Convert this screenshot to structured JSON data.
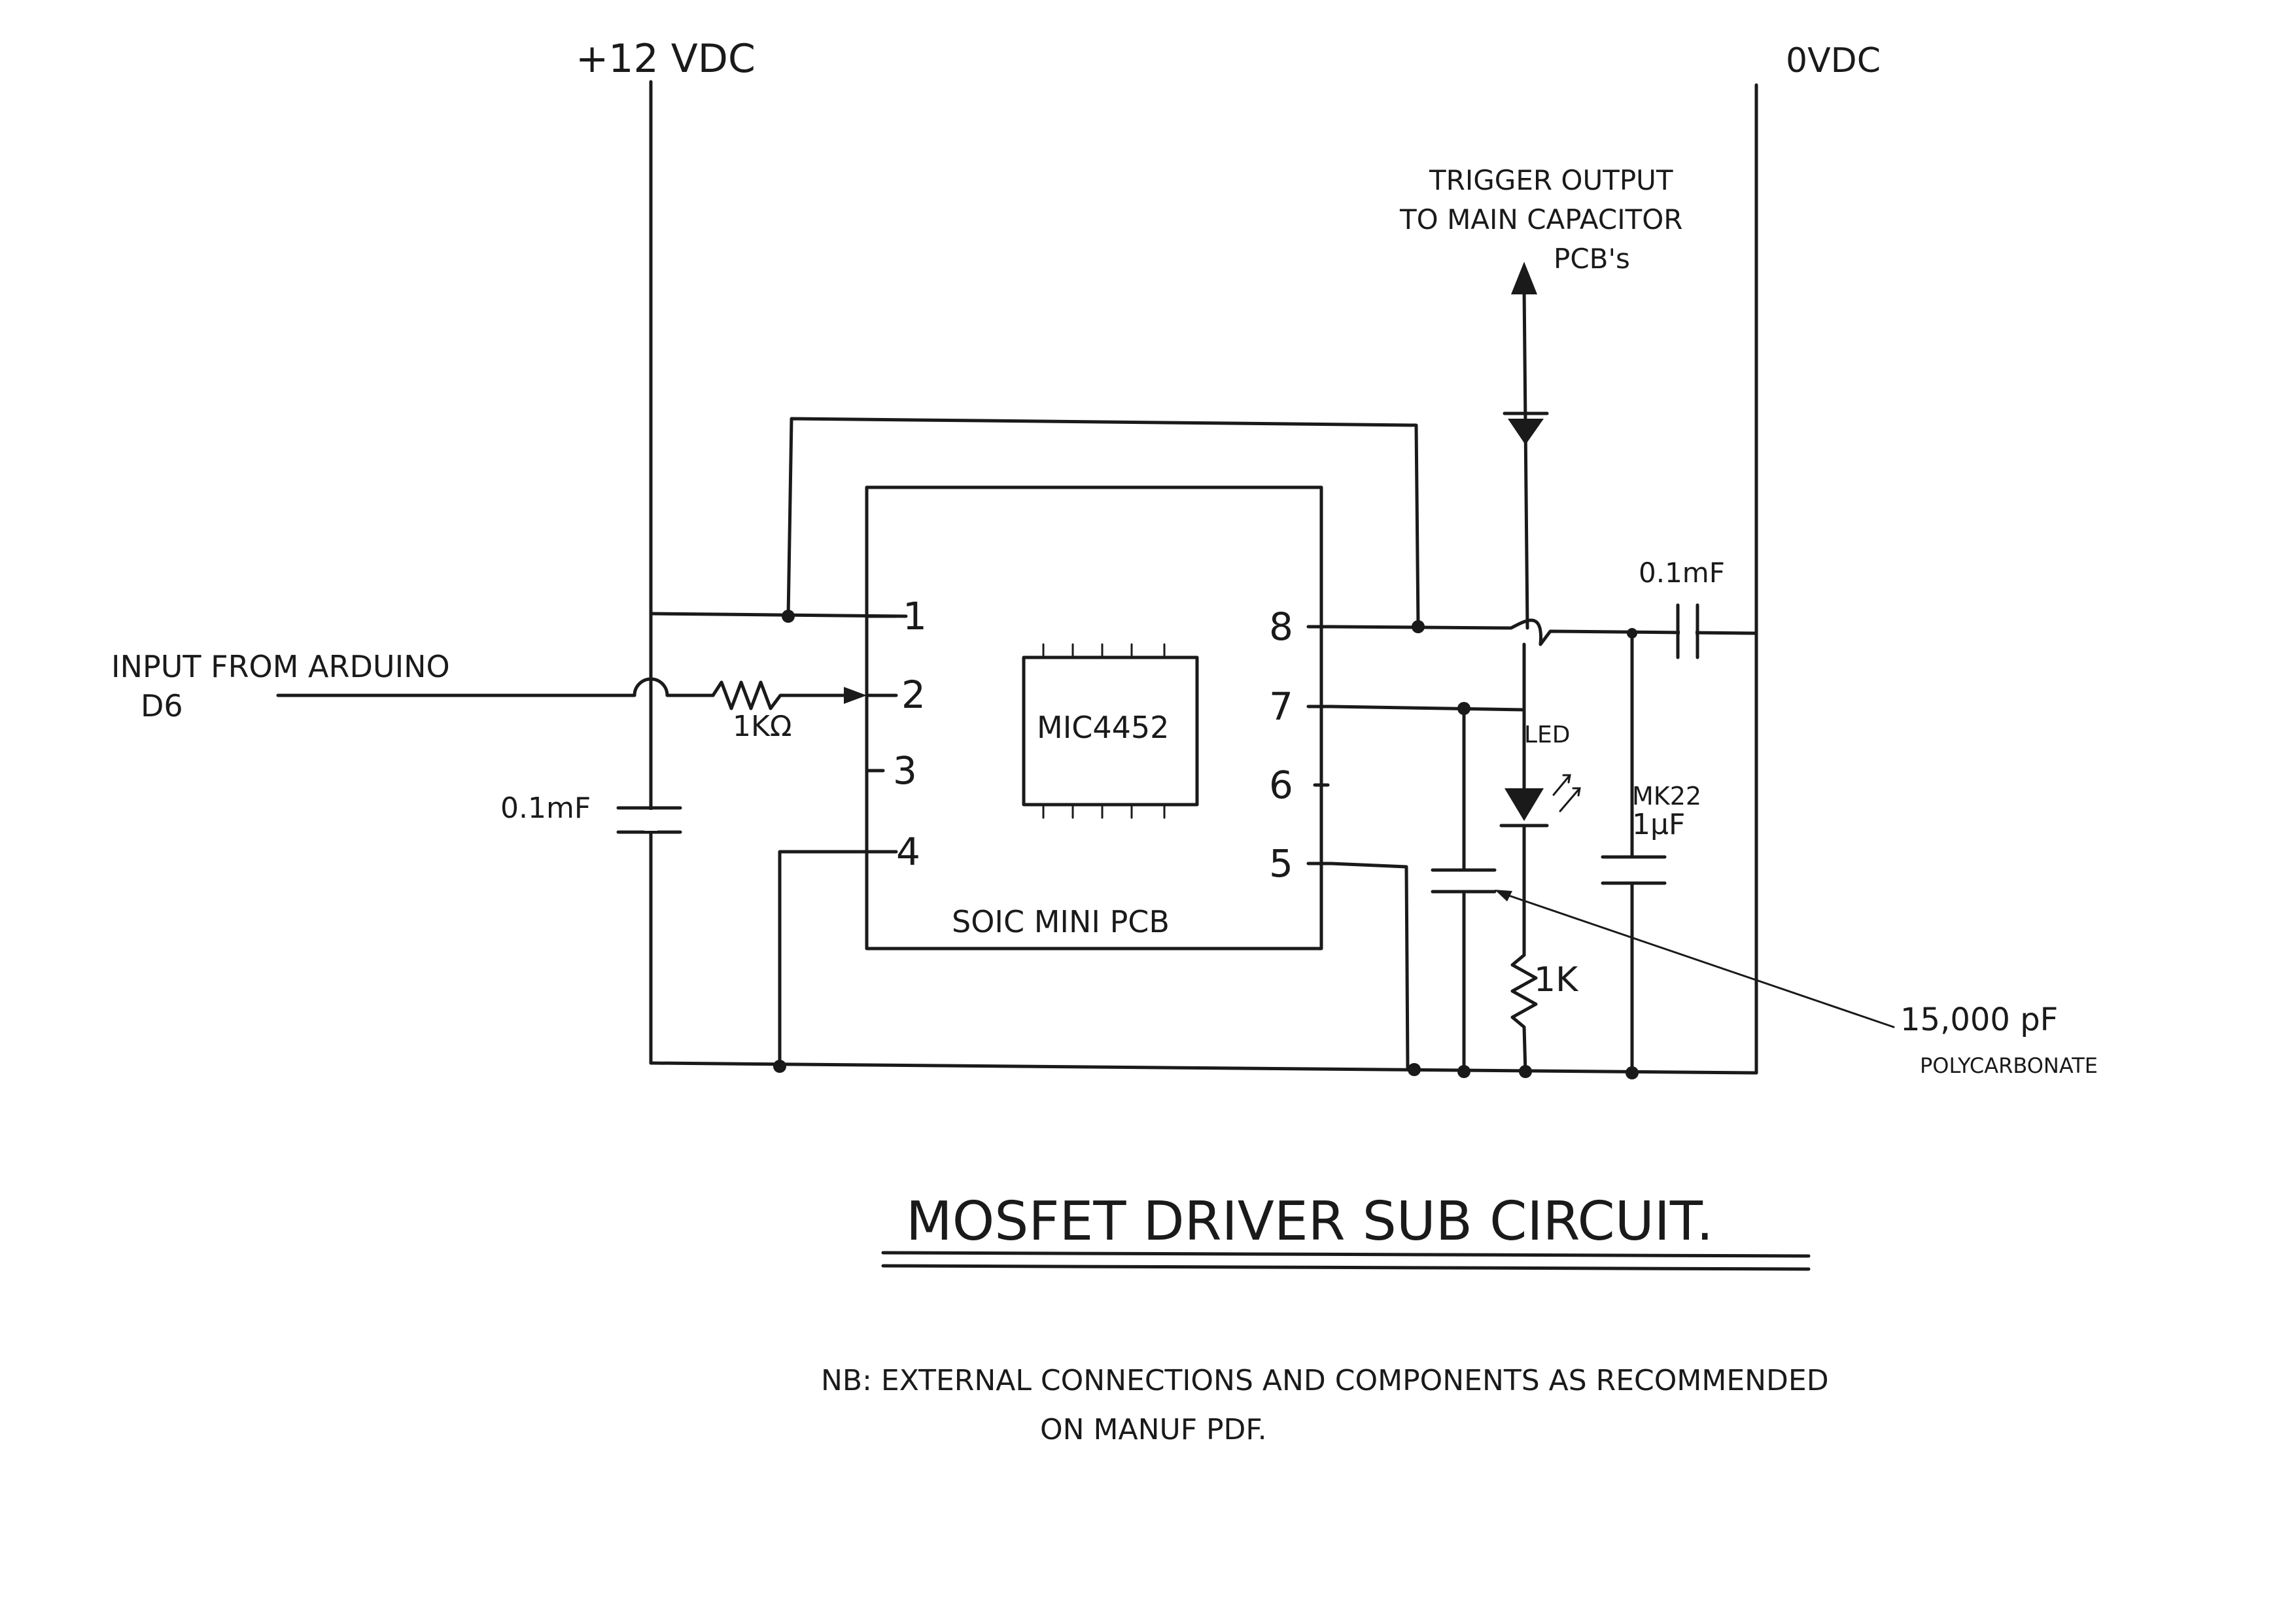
{
  "rails": {
    "positive": "+12 VDC",
    "ground": "0VDC"
  },
  "input": {
    "line1": "INPUT FROM ARDUINO",
    "line2": "D6"
  },
  "resistor_input": "1KΩ",
  "cap_input": "0.1mF",
  "pcb": {
    "label": "SOIC MINI PCB",
    "chip": "MIC4452",
    "pins": [
      "1",
      "2",
      "3",
      "4",
      "5",
      "6",
      "7",
      "8"
    ]
  },
  "trigger": {
    "line1": "TRIGGER OUTPUT",
    "line2": "TO MAIN CAPACITOR",
    "line3": "PCB's"
  },
  "cap_top": "0.1mF",
  "led": "LED",
  "cap_mk22": {
    "line1": "MK22",
    "line2": "1μF"
  },
  "resistor_led": "1K",
  "cap_poly": {
    "line1": "15,000 pF",
    "line2": "POLYCARBONATE"
  },
  "title": "MOSFET DRIVER SUB CIRCUIT.",
  "note": {
    "line1": "NB:  EXTERNAL CONNECTIONS AND COMPONENTS AS RECOMMENDED",
    "line2": "ON MANUF PDF."
  }
}
